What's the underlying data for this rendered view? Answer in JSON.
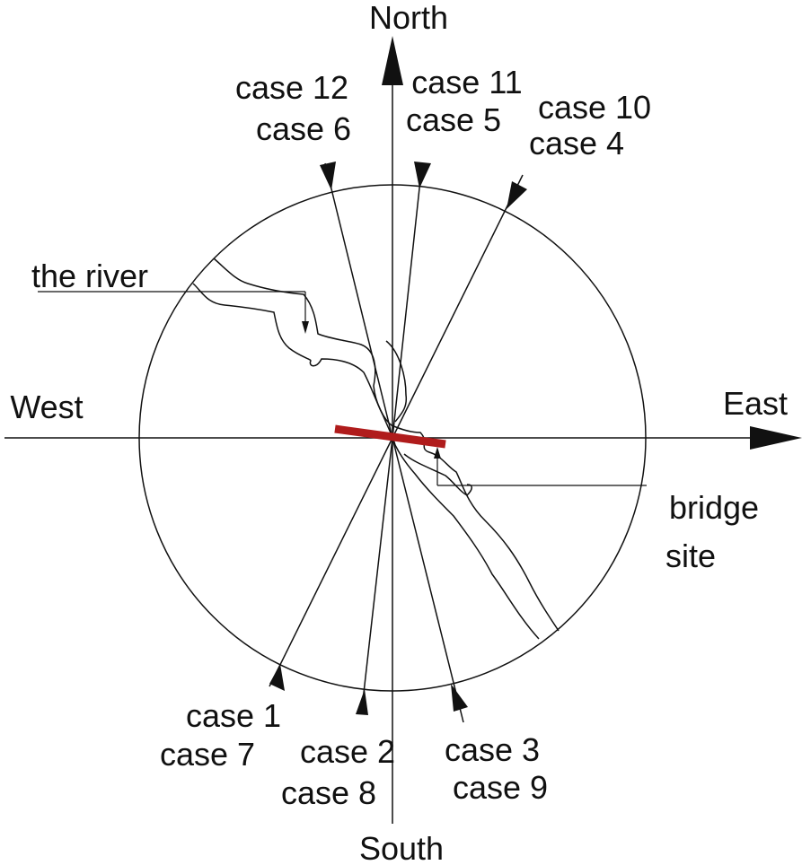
{
  "labels": {
    "north": "North",
    "south": "South",
    "east": "East",
    "west": "West",
    "river": "the river",
    "bridge_line1": "bridge",
    "bridge_line2": "site"
  },
  "wind_cases": [
    {
      "lines": [
        "case 12",
        "case 6"
      ]
    },
    {
      "lines": [
        "case 11",
        "case 5"
      ]
    },
    {
      "lines": [
        "case 10",
        "case 4"
      ]
    },
    {
      "lines": [
        "case 1",
        "case 7"
      ]
    },
    {
      "lines": [
        "case 2",
        "case 8"
      ]
    },
    {
      "lines": [
        "case 3",
        "case 9"
      ]
    }
  ],
  "colors": {
    "line": "#111111",
    "bridge": "#b01c1c",
    "background": "#ffffff"
  }
}
